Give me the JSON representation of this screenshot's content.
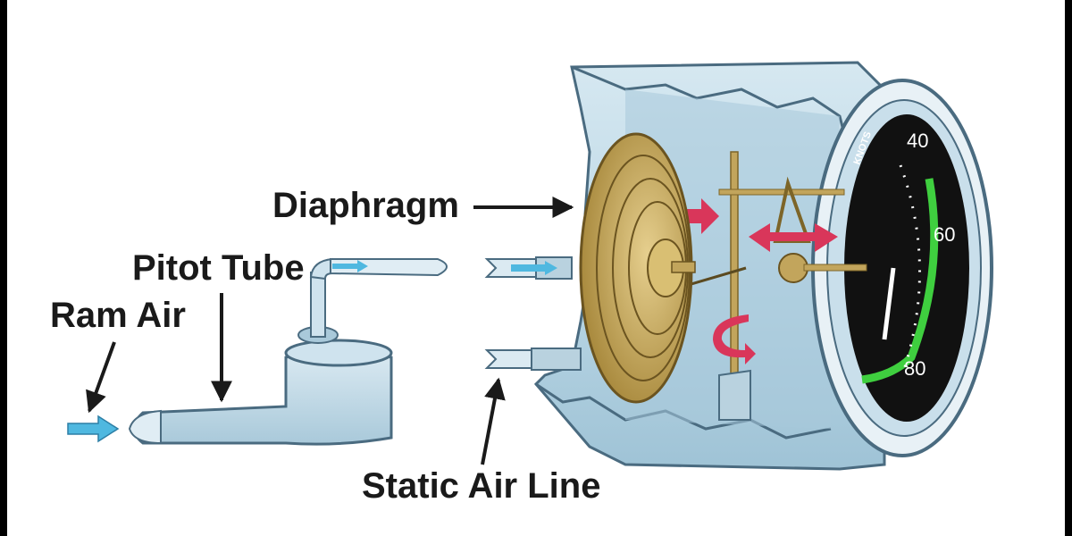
{
  "labels": {
    "diaphragm": "Diaphragm",
    "pitot_tube": "Pitot Tube",
    "ram_air": "Ram Air",
    "static_air_line": "Static Air Line"
  },
  "dial": {
    "unit": "KNOTS",
    "numbers": [
      "40",
      "60",
      "80"
    ]
  },
  "colors": {
    "frame": "#000000",
    "case_blue": "#bcd8e6",
    "case_blue_dark": "#8fb6cc",
    "diaphragm_gold": "#c2a55c",
    "airflow_arrow": "#4fb8e0",
    "motion_arrow": "#d9365a",
    "dial_face": "#111111",
    "green_arc": "#3fcf3f"
  }
}
